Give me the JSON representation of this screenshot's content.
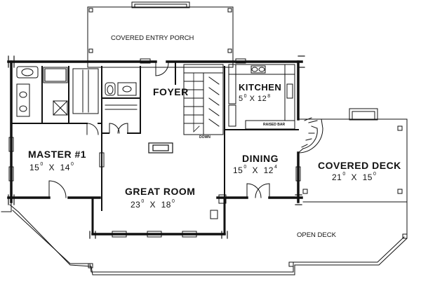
{
  "plan": {
    "rooms": {
      "porch": {
        "name": "COVERED ENTRY PORCH"
      },
      "foyer": {
        "name": "FOYER"
      },
      "kitchen": {
        "name": "KITCHEN",
        "w_ft": "5",
        "w_in": "0",
        "sep": "X",
        "l_ft": "12",
        "l_in": "8"
      },
      "master": {
        "name": "MASTER #1",
        "w_ft": "15",
        "w_in": "0",
        "sep": "X",
        "l_ft": "14",
        "l_in": "0"
      },
      "great": {
        "name": "GREAT ROOM",
        "w_ft": "23",
        "w_in": "0",
        "sep": "X",
        "l_ft": "18",
        "l_in": "0"
      },
      "dining": {
        "name": "DINING",
        "w_ft": "15",
        "w_in": "0",
        "sep": "X",
        "l_ft": "12",
        "l_in": "4"
      },
      "covered_deck": {
        "name": "COVERED DECK",
        "w_ft": "21",
        "w_in": "0",
        "sep": "X",
        "l_ft": "15",
        "l_in": "0"
      },
      "open_deck": {
        "name": "OPEN DECK"
      }
    },
    "notes": {
      "raised_bar": "RAISED BAR",
      "down": "DOWN"
    }
  },
  "colors": {
    "line": "#111111",
    "background": "#ffffff"
  }
}
